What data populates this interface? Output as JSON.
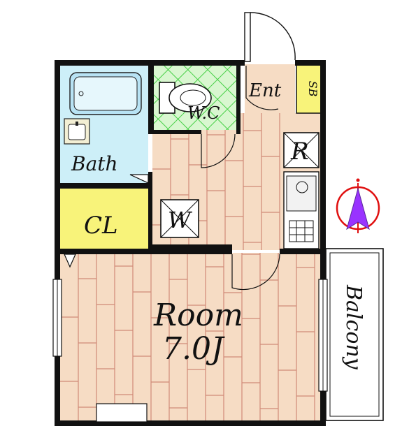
{
  "rooms": {
    "bath": "Bath",
    "wc": "W.C",
    "entrance": "Ent",
    "shoe_box": "SB",
    "closet": "CL",
    "washer": "W",
    "fridge": "R",
    "main_room": "Room",
    "main_room_size": "7.0J",
    "balcony": "Balcony"
  },
  "colors": {
    "wall": "#111111",
    "wood_floor": "#f6dcc4",
    "wood_line": "#d08a78",
    "bath_fill": "#cdeff8",
    "wc_fill": "#d9f7d0",
    "wc_grid": "#46d046",
    "closet_fill": "#f8f37a",
    "shoe_box_fill": "#f8f37a",
    "compass_red": "#e01010",
    "compass_purple": "#9933ff"
  },
  "icons": [
    "bathtub-icon",
    "sink-icon",
    "toilet-icon",
    "washer-icon",
    "fridge-icon",
    "stove-icon",
    "compass-icon"
  ]
}
